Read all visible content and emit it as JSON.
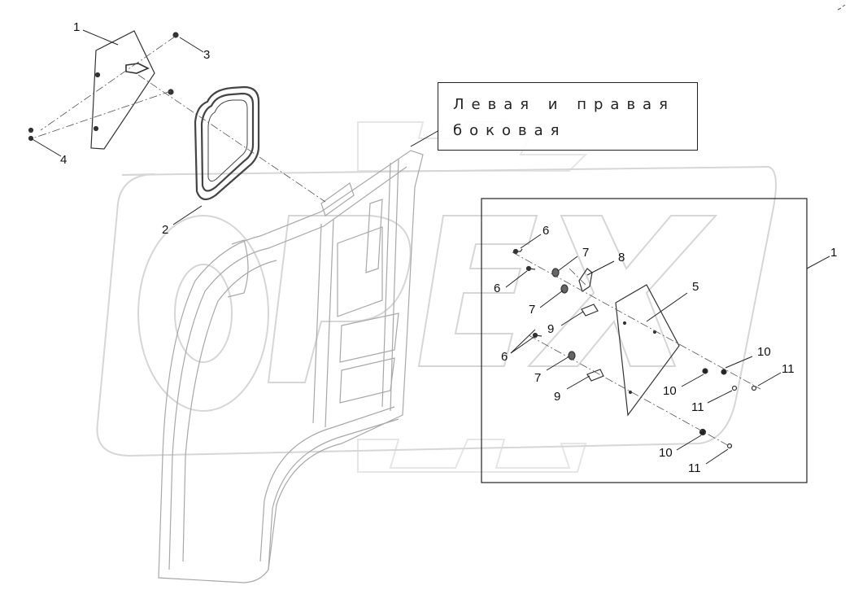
{
  "caption": {
    "line1": "Левая и правая",
    "line2": "боковая"
  },
  "callouts": {
    "c1_top": "1",
    "c2": "2",
    "c3": "3",
    "c4": "4",
    "c1_detail": "1",
    "c5": "5",
    "c6_a": "6",
    "c6_b": "6",
    "c6_c": "6",
    "c7_a": "7",
    "c7_b": "7",
    "c7_c": "7",
    "c8": "8",
    "c9_a": "9",
    "c9_b": "9",
    "c10_a": "10",
    "c10_b": "10",
    "c10_c": "10",
    "c11_a": "11",
    "c11_b": "11",
    "c11_c": "11"
  },
  "watermark": {
    "text": "OPEX",
    "color": "#d9d9d9"
  },
  "colors": {
    "line": "#333333",
    "frame": "#9a9a9a",
    "seal": "#555555"
  }
}
